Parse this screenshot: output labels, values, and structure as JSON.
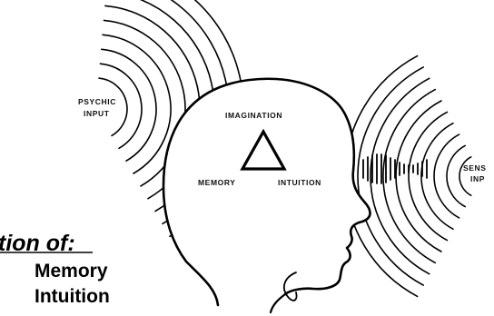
{
  "diagram": {
    "psychic_input": [
      "PSYCHIC",
      "INPUT"
    ],
    "sensory_input": [
      "SENS",
      "INP"
    ],
    "triangle_top": "IMAGINATION",
    "triangle_left": "MEMORY",
    "triangle_right": "INTUITION",
    "heading_fragment": "tion of:",
    "list_items": [
      "Memory",
      "Intuition"
    ]
  }
}
